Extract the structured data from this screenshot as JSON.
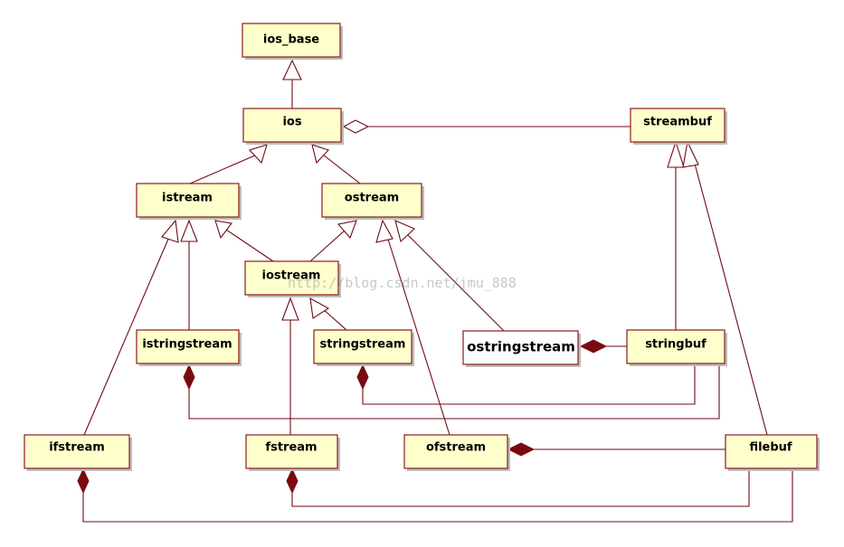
{
  "classes": {
    "ios_base": "ios_base",
    "ios": "ios",
    "streambuf": "streambuf",
    "istream": "istream",
    "ostream": "ostream",
    "iostream": "iostream",
    "istringstream": "istringstream",
    "stringstream": "stringstream",
    "ostringstream": "ostringstream",
    "stringbuf": "stringbuf",
    "ifstream": "ifstream",
    "fstream": "fstream",
    "ofstream": "ofstream",
    "filebuf": "filebuf"
  },
  "watermark": "http://blog.csdn.net/jmu_888"
}
